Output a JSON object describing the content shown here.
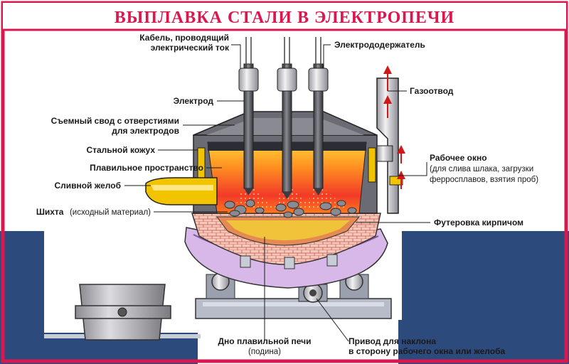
{
  "title": "ВЫПЛАВКА СТАЛИ В ЭЛЕКТРОПЕЧИ",
  "labels": {
    "cable_1": "Кабель, проводящий",
    "cable_2": "электрический ток",
    "holder": "Электрододержатель",
    "electrode": "Электрод",
    "gas": "Газоотвод",
    "roof_1": "Съемный свод с отверстиями",
    "roof_2": "для электродов",
    "shell": "Стальной кожух",
    "melt_space": "Плавильное пространство",
    "spout": "Сливной желоб",
    "charge_bold": "Шихта",
    "charge_rest": "(исходный материал)",
    "window_1": "Рабочее окно",
    "window_2": "(для слива шлака, загрузки",
    "window_3": "ферросплавов, взятия проб)",
    "lining": "Футеровка кирпичом",
    "bottom_1": "Дно плавильной печи",
    "bottom_2": "(подина)",
    "drive_1": "Привод для наклона",
    "drive_2": "в сторону рабочего окна или желоба"
  },
  "colors": {
    "title": "#d9184f",
    "blue": "#2d4a7c",
    "steel": "#6b6b73",
    "yellow": "#f2c400",
    "lining": "#f4c3b8",
    "cradle": "#d8b8e8",
    "arrow": "#d01818"
  }
}
